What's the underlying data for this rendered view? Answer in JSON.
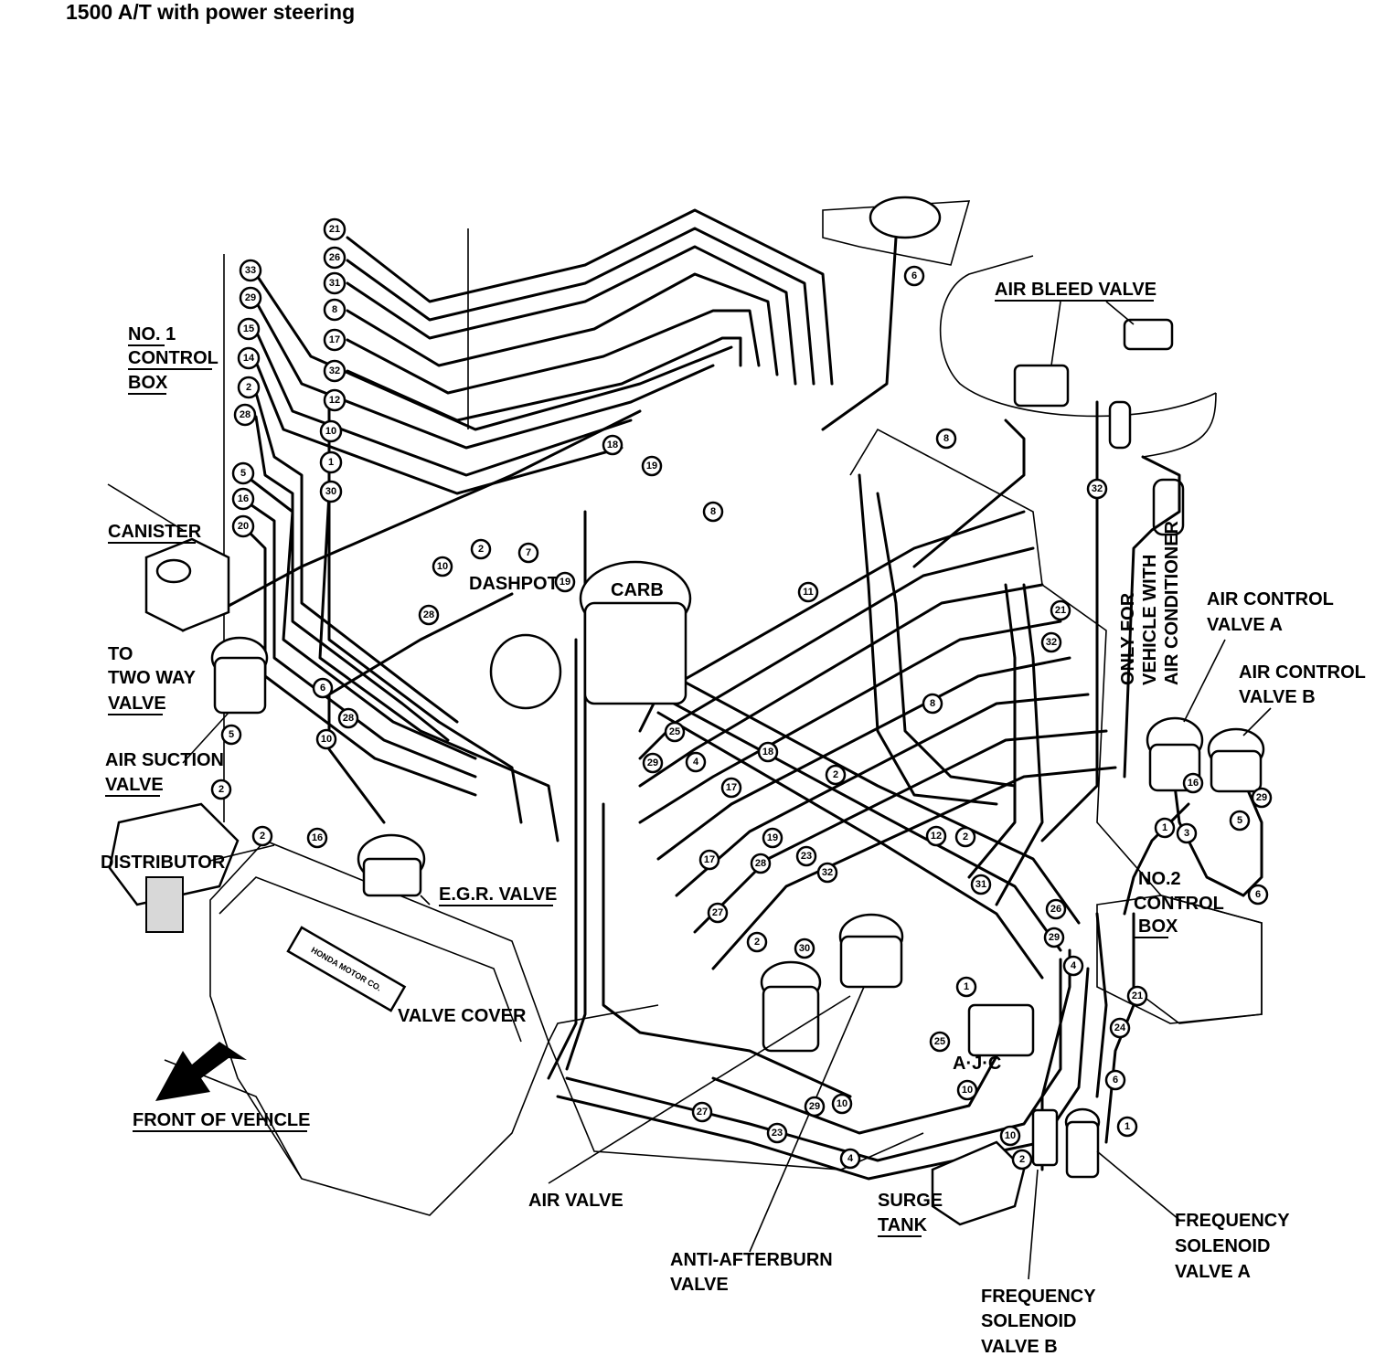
{
  "title": "1500 A/T with power steering",
  "labels": {
    "no1_control_box": [
      "NO. 1",
      "CONTROL",
      "BOX"
    ],
    "canister": "CANISTER",
    "to_two_way_valve": [
      "TO",
      "TWO WAY",
      "VALVE"
    ],
    "air_suction_valve": [
      "AIR SUCTION",
      "VALVE"
    ],
    "distributor": "DISTRIBUTOR",
    "egr_valve": "E.G.R. VALVE",
    "dashpot": "DASHPOT",
    "carb": "CARB",
    "valve_cover": "VALVE COVER",
    "front_of_vehicle": "FRONT OF VEHICLE",
    "honda_motor_co": "HONDA MOTOR CO.",
    "air_bleed_valve": "AIR BLEED VALVE",
    "only_for_ac": [
      "ONLY FOR",
      "VEHICLE WITH",
      "AIR CONDITIONER"
    ],
    "air_control_valve_a": [
      "AIR CONTROL",
      "VALVE A"
    ],
    "air_control_valve_b": [
      "AIR CONTROL",
      "VALVE B"
    ],
    "no2_control_box": [
      "NO.2",
      "CONTROL",
      "BOX"
    ],
    "ajc": "A·J·C",
    "air_valve": "AIR VALVE",
    "surge_tank": [
      "SURGE",
      "TANK"
    ],
    "anti_afterburn_valve": [
      "ANTI-AFTERBURN",
      "VALVE"
    ],
    "frequency_solenoid_valve_a": [
      "FREQUENCY",
      "SOLENOID",
      "VALVE A"
    ],
    "frequency_solenoid_valve_b": [
      "FREQUENCY",
      "SOLENOID",
      "VALVE B"
    ]
  },
  "hose_numbers": {
    "left_column": [
      "21",
      "26",
      "31",
      "8",
      "17",
      "32",
      "12",
      "10",
      "1",
      "30"
    ],
    "far_left_column": [
      "33",
      "29",
      "15",
      "14",
      "2",
      "28",
      "5",
      "16",
      "20"
    ],
    "misc": [
      "6",
      "18",
      "19",
      "8",
      "10",
      "2",
      "7",
      "19",
      "28",
      "6",
      "28",
      "10",
      "5",
      "2",
      "2",
      "16",
      "11",
      "21",
      "32",
      "32",
      "8",
      "25",
      "18",
      "2",
      "29",
      "4",
      "17",
      "19",
      "17",
      "28",
      "23",
      "32",
      "27",
      "12",
      "2",
      "31",
      "26",
      "29",
      "2",
      "30",
      "1",
      "25",
      "10",
      "10",
      "27",
      "29",
      "23",
      "4",
      "4",
      "21",
      "24",
      "6",
      "1",
      "10",
      "2",
      "16",
      "3",
      "1",
      "5",
      "29",
      "6",
      "8"
    ]
  },
  "icons": [
    "honda-logo-icon",
    "front-arrow-icon"
  ]
}
